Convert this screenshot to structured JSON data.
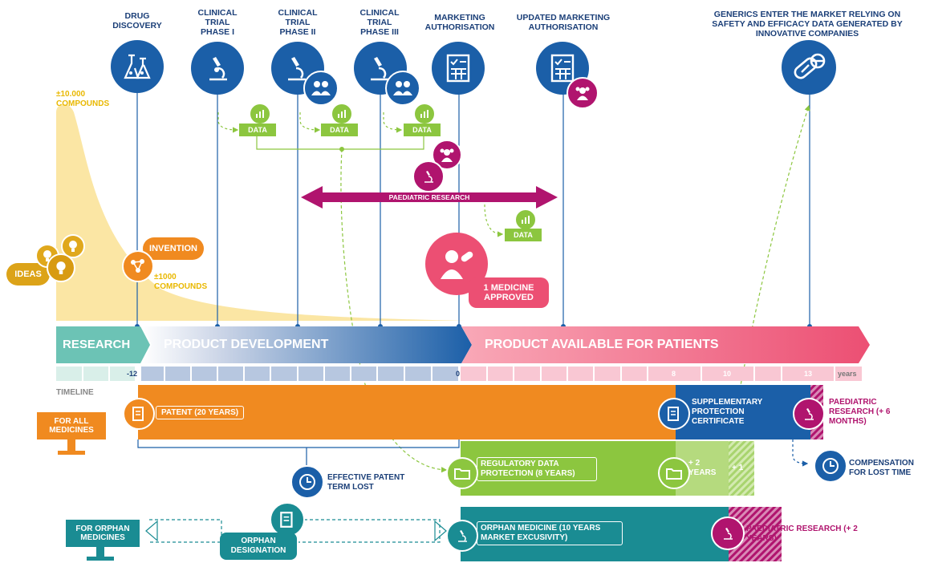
{
  "stages": [
    {
      "id": "drug-discovery",
      "label": "DRUG DISCOVERY",
      "icon": "flasks-icon"
    },
    {
      "id": "clinical-trial-1",
      "label": "CLINICAL TRIAL PHASE I",
      "icon": "microscope-icon"
    },
    {
      "id": "clinical-trial-2",
      "label": "CLINICAL TRIAL PHASE II",
      "icon": "microscope-people-icon"
    },
    {
      "id": "clinical-trial-3",
      "label": "CLINICAL TRIAL PHASE III",
      "icon": "microscope-people-icon"
    },
    {
      "id": "marketing-authorisation",
      "label": "MARKETING AUTHORISATION",
      "icon": "document-checklist-icon"
    },
    {
      "id": "updated-marketing-authorisation",
      "label": "UPDATED MARKETING AUTHORISATION",
      "icon": "document-child-icon"
    },
    {
      "id": "generics",
      "label": "GENERICS ENTER THE MARKET RELYING ON SAFETY AND EFFICACY DATA GENERATED BY INNOVATIVE COMPANIES",
      "icon": "pills-icon"
    }
  ],
  "research": {
    "compounds_top": "±10.000 COMPOUNDS",
    "compounds_mid": "±1000 COMPOUNDS",
    "ideas": "IDEAS",
    "invention": "INVENTION",
    "data_label": "DATA",
    "paediatric_research": "PAEDIATRIC RESEARCH",
    "medicine_approved": "1 MEDICINE APPROVED"
  },
  "phases": {
    "research": "RESEARCH",
    "product_development": "PRODUCT DEVELOPMENT",
    "product_available": "PRODUCT AVAILABLE FOR PATIENTS"
  },
  "timeline": {
    "label": "TIMELINE",
    "unit": "years",
    "ticks": [
      "-12",
      "0",
      "8",
      "10",
      "13"
    ]
  },
  "all_medicines": {
    "tag": "FOR ALL MEDICINES",
    "patent": "PATENT (20 YEARS)",
    "spc": "SUPPLEMENTARY PROTECTION CERTIFICATE",
    "paediatric": "PAEDIATRIC RESEARCH (+ 6 MONTHS)",
    "effective_patent": "EFFECTIVE PATENT TERM LOST",
    "regulatory": "REGULATORY DATA PROTECTION (8 YEARS)",
    "plus2": "+ 2 YEARS",
    "plus1": "+ 1",
    "compensation": "COMPENSATION FOR LOST TIME"
  },
  "orphan": {
    "tag": "FOR ORPHAN MEDICINES",
    "designation": "ORPHAN DESIGNATION",
    "exclusivity": "ORPHAN MEDICINE (10 YEARS MARKET EXCUSIVITY)",
    "paediatric": "PAEDIATRIC RESEARCH (+ 2 YEARS)"
  },
  "colors": {
    "navy": "#1b5fa8",
    "dark_navy": "#1b3f78",
    "yellow": "#f6d24a",
    "orange": "#f08a20",
    "green": "#8cc63f",
    "magenta": "#b0146e",
    "pink": "#ec4f73",
    "teal": "#1a8c93",
    "research_teal": "#6cc3b5"
  }
}
